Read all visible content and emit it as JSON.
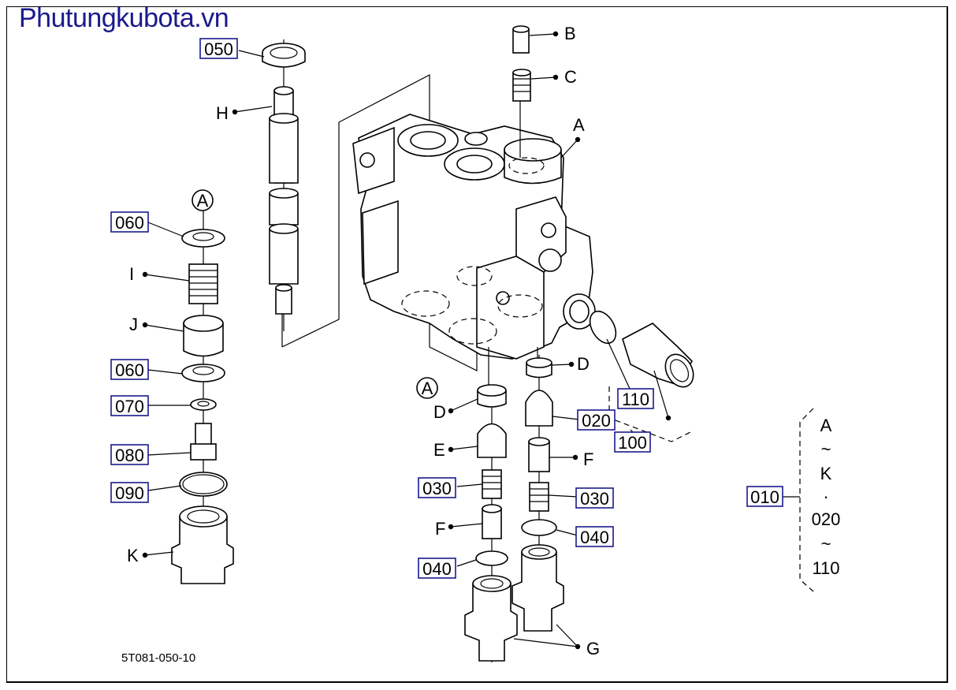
{
  "site_title": "Phutungkubota.vn",
  "figure_code": "5T081-050-10",
  "labels": {
    "b": "B",
    "c": "C",
    "a_top": "A",
    "h": "H",
    "p050": "050",
    "circ_a_left": "A",
    "p060_top": "060",
    "i": "I",
    "j": "J",
    "p060_bot": "060",
    "p070": "070",
    "p080": "080",
    "p090": "090",
    "k": "K",
    "circ_a_mid": "A",
    "d_left": "D",
    "e": "E",
    "p030_left": "030",
    "f_left": "F",
    "p040_left": "040",
    "d_right": "D",
    "p020": "020",
    "f_right": "F",
    "p030_right": "030",
    "p040_right": "040",
    "g": "G",
    "p110": "110",
    "p100": "100"
  },
  "legend": {
    "code": "010",
    "lines": [
      "A",
      "~",
      "K",
      "·",
      "020",
      "~",
      "110"
    ]
  },
  "colors": {
    "title": "#1a1a8c",
    "box": "#1a1a8c",
    "line": "#000000"
  }
}
